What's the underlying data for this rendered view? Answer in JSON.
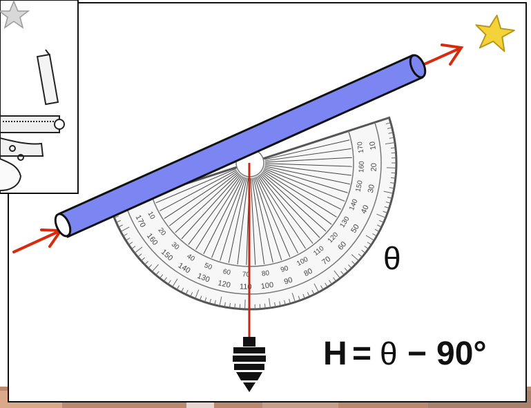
{
  "diagram": {
    "angle_symbol": "θ",
    "formula": {
      "lhs": "H",
      "equals": "=",
      "theta": "θ",
      "minus": "−",
      "value": "90°"
    },
    "protractor": {
      "outer_scale": [
        "10",
        "20",
        "30",
        "40",
        "50",
        "60",
        "70",
        "80",
        "90",
        "100",
        "110",
        "120",
        "130",
        "140",
        "150",
        "160",
        "170"
      ],
      "inner_scale": [
        "170",
        "160",
        "150",
        "140",
        "130",
        "120",
        "110",
        "100",
        "90",
        "80",
        "70",
        "60",
        "50",
        "40",
        "30",
        "20",
        "10"
      ]
    },
    "colors": {
      "tube": "#7b86f3",
      "tube_outline": "#111111",
      "arrow": "#d62b0f",
      "plumb_line": "#c0291a",
      "plumb_bob": "#111111",
      "star": "#f4d33a",
      "protractor_line": "#555555",
      "background_photo": "#b98a70"
    },
    "icons": [
      "star-icon",
      "star-icon-faded",
      "plumb-bob-icon",
      "clinometer-sketch"
    ]
  }
}
